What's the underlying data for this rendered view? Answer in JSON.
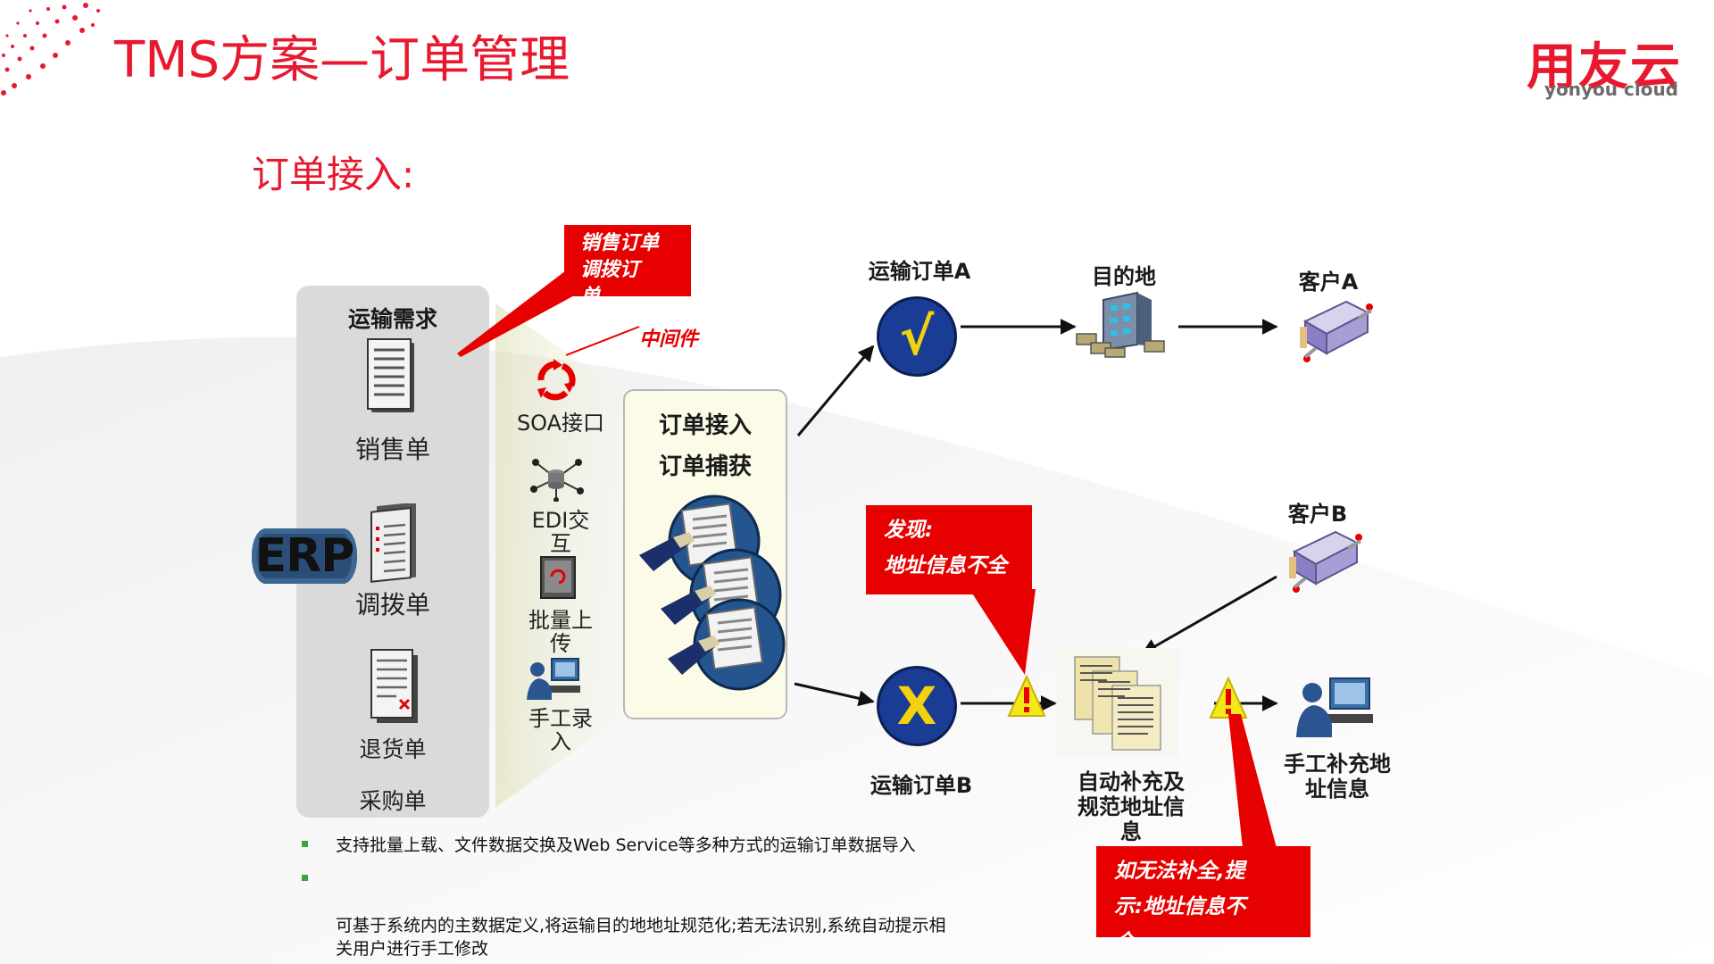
{
  "header": {
    "slide_title": "TMS方案—订单管理",
    "section_title": "订单接入:",
    "logo_cn": "用友云",
    "logo_en": "yonyou cloud"
  },
  "sources": {
    "panel_title": "运输需求",
    "system_label": "ERP",
    "items": [
      "销售单",
      "调拨单",
      "退货单",
      "采购单"
    ],
    "callout": "销售订单\n调拨订单…"
  },
  "middleware": {
    "label": "中间件",
    "methods": [
      "SOA接口",
      "EDI交\n互",
      "批量上\n传",
      "手工录\n入"
    ]
  },
  "intake": {
    "line1": "订单接入",
    "line2": "订单捕获"
  },
  "flow_a": {
    "order_label": "运输订单A",
    "symbol": "√",
    "destination_label": "目的地",
    "customer_label": "客户A"
  },
  "flow_b": {
    "order_label": "运输订单B",
    "symbol": "X",
    "auto_label": "自动补充及\n规范地址信\n息",
    "customer_label": "客户B",
    "manual_label": "手工补充地\n址信息"
  },
  "callouts": {
    "found": "发现:\n地址信息不全",
    "cannot_complete": "如无法补全,提\n示:地址信息不\n全"
  },
  "bullets": [
    "支持批量上载、文件数据交换及Web Service等多种方式的运输订单数据导入",
    "可基于系统内的主数据定义,将运输目的地地址规范化;若无法识别,系统自动提示相\n关用户进行手工修改"
  ],
  "colors": {
    "brand_red": "#e8182e",
    "callout_red": "#e60000",
    "circle_blue": "#1a3c94",
    "symbol_yellow": "#f2d20a",
    "bullet_green": "#3da33d"
  }
}
